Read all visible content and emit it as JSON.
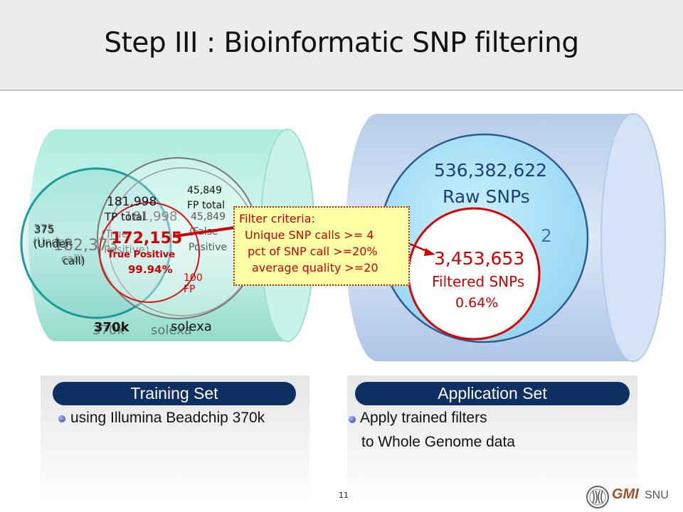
{
  "slide": {
    "title": "Step III : Bioinformatic SNP filtering",
    "page_number": "11"
  },
  "training": {
    "fp_total_value": "45,849",
    "fp_total_label": "FP total",
    "tp_total_value": "181,998",
    "tp_total_label": "TP total",
    "true_positive_value": "172,155",
    "true_positive_label": "True Positive",
    "true_positive_pct": "99.94%",
    "ghost_total": "182,373",
    "ghost_overlap": "181,998",
    "ghost_tp_label": "(True",
    "ghost_tp_label2": "Positive)",
    "false_positive_value": "45,849",
    "false_positive_label": "(False",
    "false_positive_label2": "Positive",
    "fp_small_value": "100",
    "fp_small_label": "FP",
    "under_call_value": "375",
    "under_call_label": "(Under-",
    "under_call_label2": "call)",
    "label_370k": "370k",
    "label_solexa": "solexa"
  },
  "criteria": {
    "title": "Filter criteria:",
    "lines": [
      "Unique SNP calls >= 4",
      "pct of SNP call >=20%",
      "average quality >=20"
    ]
  },
  "application": {
    "raw_value": "536,382,622",
    "raw_label": "Raw SNPs",
    "ghost_digit": "2",
    "filtered_value": "3,453,653",
    "filtered_label": "Filtered SNPs",
    "filtered_pct": "0.64%"
  },
  "training_box": {
    "heading": "Training Set",
    "bullet": "using Illumina Beadchip 370k"
  },
  "application_box": {
    "heading": "Application Set",
    "bullet_line1": "Apply trained filters",
    "bullet_line2": "to Whole Genome data"
  },
  "logo": {
    "name": "GMI",
    "suffix": "SNU",
    "icon": "gmi-logo-icon"
  },
  "colors": {
    "header_bg": "#ececec",
    "pill_bg": "#0d2f62",
    "accent_red": "#d00000",
    "teal_cylinder": "#9fe3d3",
    "blue_cylinder": "#b9cfec"
  }
}
